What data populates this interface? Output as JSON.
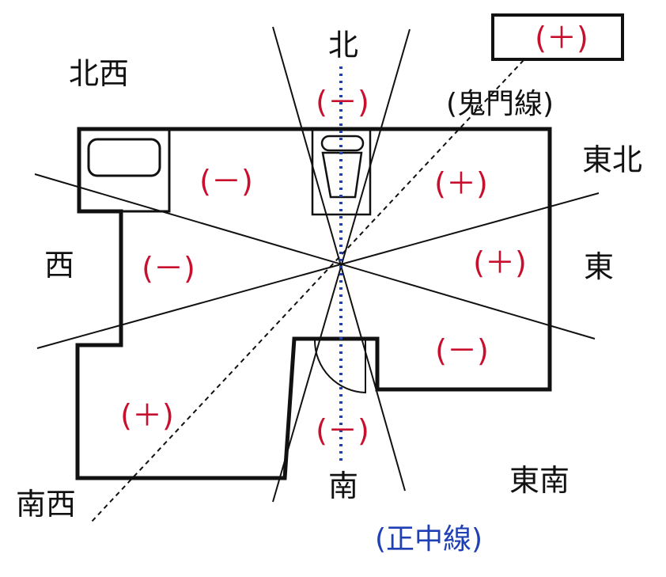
{
  "directions": {
    "north": "北",
    "northeast": "東北",
    "east": "東",
    "southeast": "東南",
    "south": "南",
    "southwest": "南西",
    "west": "西",
    "northwest": "北西"
  },
  "sectors": {
    "north": "(－)",
    "northeast": "(＋)",
    "east": "(＋)",
    "southeast": "(－)",
    "south": "(－)",
    "southwest": "(＋)",
    "west": "(－)",
    "northwest": "(－)"
  },
  "legend_box": "(＋)",
  "lines": {
    "kimon": "(鬼門線)",
    "seichu": "(正中線)"
  },
  "colors": {
    "sign": "#c8102e",
    "seichu": "#1f3fb4",
    "outline": "#111111"
  }
}
